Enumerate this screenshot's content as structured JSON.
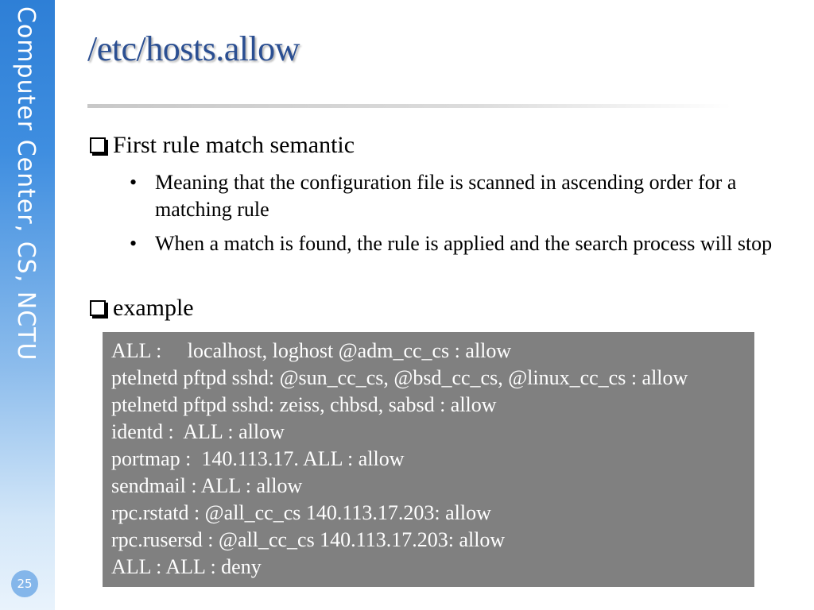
{
  "sidebar": {
    "text": "Computer Center, CS, NCTU",
    "page_number": "25"
  },
  "slide": {
    "title": "/etc/hosts.allow",
    "items": [
      {
        "label": "First rule match semantic",
        "subitems": [
          "Meaning that the configuration file is scanned in ascending order for a matching rule",
          "When a match is found, the rule is applied and the search process will stop"
        ]
      },
      {
        "label": "example"
      }
    ],
    "code_lines": [
      "ALL :     localhost, loghost @adm_cc_cs : allow",
      "ptelnetd pftpd sshd: @sun_cc_cs, @bsd_cc_cs, @linux_cc_cs : allow",
      "ptelnetd pftpd sshd: zeiss, chbsd, sabsd : allow",
      "identd :  ALL : allow",
      "portmap :  140.113.17. ALL : allow",
      "sendmail : ALL : allow",
      "rpc.rstatd : @all_cc_cs 140.113.17.203: allow",
      "rpc.rusersd : @all_cc_cs 140.113.17.203: allow",
      "ALL : ALL : deny"
    ]
  },
  "colors": {
    "title": "#2b4f92",
    "sidebar": "#3f8ee0",
    "code_bg": "#808080",
    "code_text": "#ffffff"
  }
}
